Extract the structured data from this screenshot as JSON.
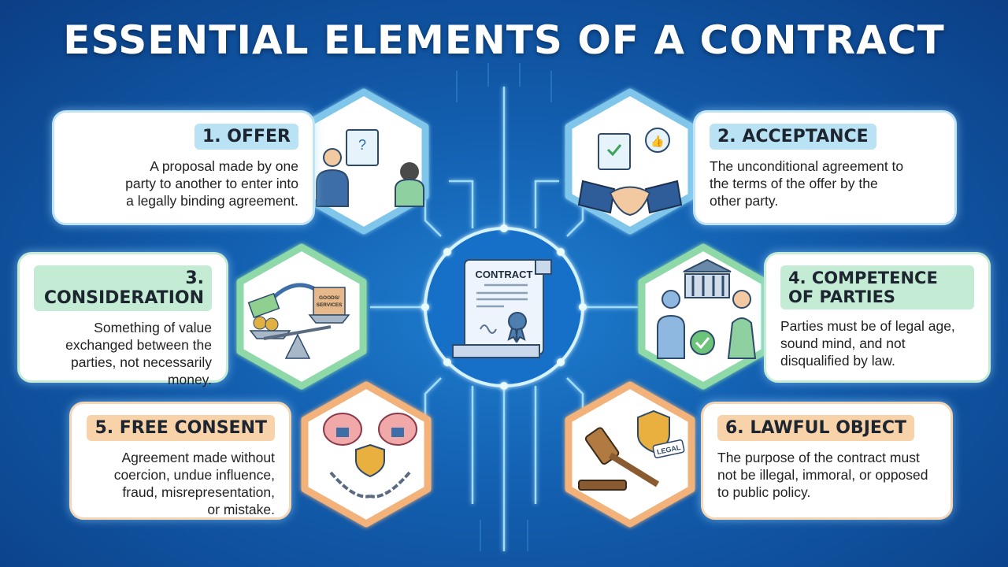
{
  "title": "ESSENTIAL ELEMENTS OF A CONTRACT",
  "center": {
    "label": "CONTRACT",
    "icon": "contract-scroll-icon"
  },
  "elements": [
    {
      "heading": "1. OFFER",
      "text": "A proposal made by one party to another to enter into a legally binding agreement.",
      "icon": "presenting-offer-icon",
      "color": "#7fc6ea"
    },
    {
      "heading": "2. ACCEPTANCE",
      "text": "The unconditional agreement to the terms of the offer by the other party.",
      "icon": "handshake-icon",
      "color": "#7fc6ea"
    },
    {
      "heading": "3. CONSIDERATION",
      "text": "Something of value exchanged between the parties, not necessarily money.",
      "icon": "balance-scale-icon",
      "icon_label": "GOODS/ SERVICES",
      "color": "#8fd9a8"
    },
    {
      "heading": "4. COMPETENCE OF PARTIES",
      "text": "Parties must be of legal age, sound mind, and not disqualified by law.",
      "icon": "parties-courthouse-icon",
      "color": "#8fd9a8"
    },
    {
      "heading": "5. FREE CONSENT",
      "text": "Agreement made without coercion, undue influence, fraud, misrepresentation, or mistake.",
      "icon": "unlocked-minds-icon",
      "color": "#f2b27a"
    },
    {
      "heading": "6. LAWFUL OBJECT",
      "text": "The purpose of the contract must not be illegal, immoral, or opposed to public policy.",
      "icon": "gavel-legal-icon",
      "icon_label": "LEGAL",
      "color": "#f2b27a"
    }
  ]
}
